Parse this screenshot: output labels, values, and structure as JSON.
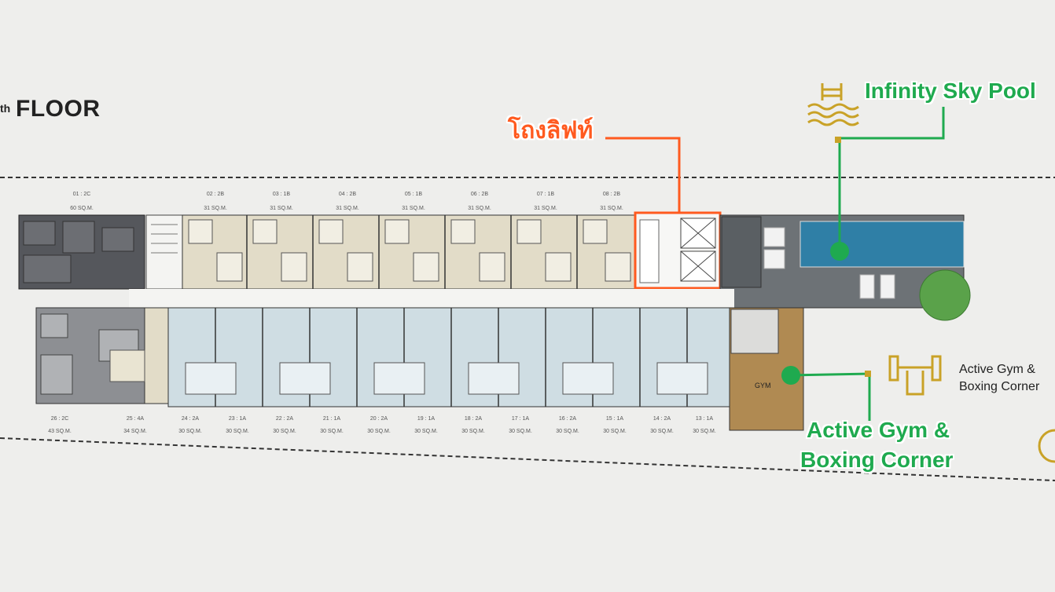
{
  "floor_title": "FLOOR",
  "floor_sup": "th",
  "callouts": {
    "lift": "โถงลิฟท์",
    "pool": "Infinity Sky Pool",
    "gym_line1": "Active Gym &",
    "gym_line2": "Boxing Corner"
  },
  "legend": {
    "gym_line1": "Active Gym &",
    "gym_line2": "Boxing Corner"
  },
  "gym_room_label": "GYM",
  "top_units": [
    {
      "code": "01 : 2C",
      "area": "60 SQ.M."
    },
    {
      "code": "02 : 2B",
      "area": "31 SQ.M."
    },
    {
      "code": "03 : 1B",
      "area": "31 SQ.M."
    },
    {
      "code": "04 : 2B",
      "area": "31 SQ.M."
    },
    {
      "code": "05 : 1B",
      "area": "31 SQ.M."
    },
    {
      "code": "06 : 2B",
      "area": "31 SQ.M."
    },
    {
      "code": "07 : 1B",
      "area": "31 SQ.M."
    },
    {
      "code": "08 : 2B",
      "area": "31 SQ.M."
    }
  ],
  "bottom_units": [
    {
      "code": "26 : 2C",
      "area": "43 SQ.M."
    },
    {
      "code": "25 : 4A",
      "area": "34 SQ.M."
    },
    {
      "code": "24 : 2A",
      "area": "30 SQ.M."
    },
    {
      "code": "23 : 1A",
      "area": "30 SQ.M."
    },
    {
      "code": "22 : 2A",
      "area": "30 SQ.M."
    },
    {
      "code": "21 : 1A",
      "area": "30 SQ.M."
    },
    {
      "code": "20 : 2A",
      "area": "30 SQ.M."
    },
    {
      "code": "19 : 1A",
      "area": "30 SQ.M."
    },
    {
      "code": "18 : 2A",
      "area": "30 SQ.M."
    },
    {
      "code": "17 : 1A",
      "area": "30 SQ.M."
    },
    {
      "code": "16 : 2A",
      "area": "30 SQ.M."
    },
    {
      "code": "15 : 1A",
      "area": "30 SQ.M."
    },
    {
      "code": "14 : 2A",
      "area": "30 SQ.M."
    },
    {
      "code": "13 : 1A",
      "area": "30 SQ.M."
    }
  ],
  "colors": {
    "lift_orange": "#ff5a1f",
    "amenity_green": "#1faa4f",
    "icon_gold": "#c9a227",
    "unit_beige": "#e2dcc8",
    "unit_blue": "#cfdde3",
    "unit_dark": "#55575c",
    "pool_blue": "#2f7fa6"
  }
}
